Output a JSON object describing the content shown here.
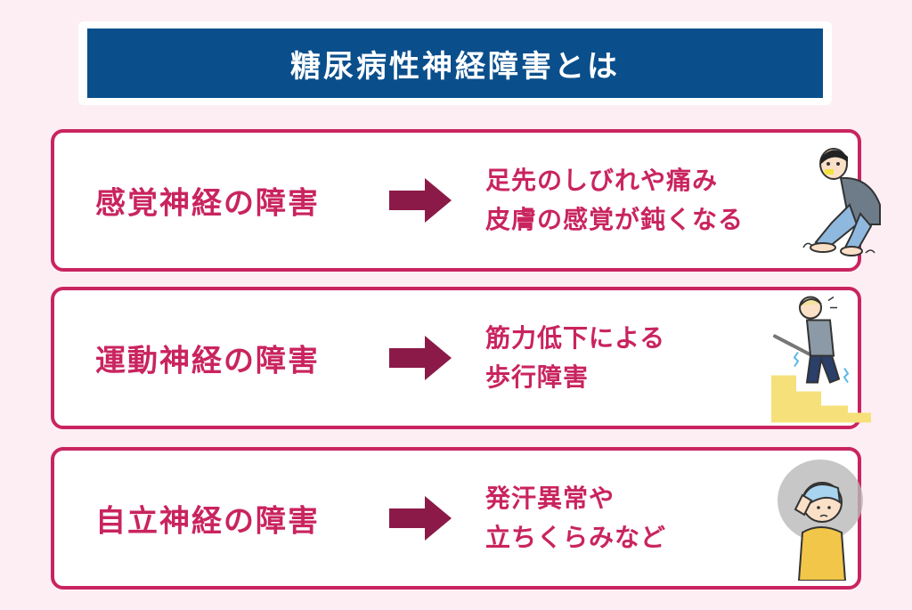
{
  "title": "糖尿病性神経障害とは",
  "colors": {
    "title_bg": "#0a4f8c",
    "accent": "#c9245f",
    "arrow": "#8c1a48",
    "page_bg": "#fdeef4"
  },
  "cards": [
    {
      "label": "感覚神経の障害",
      "desc": [
        "足先のしびれや痛み",
        "皮膚の感覚が鈍くなる"
      ],
      "icon": "numb-feet-person-icon"
    },
    {
      "label": "運動神経の障害",
      "desc": [
        "筋力低下による",
        "歩行障害"
      ],
      "icon": "stairs-climbing-person-icon"
    },
    {
      "label": "自立神経の障害",
      "desc": [
        "発汗異常や",
        "立ちくらみなど"
      ],
      "icon": "dizzy-person-icon"
    }
  ]
}
